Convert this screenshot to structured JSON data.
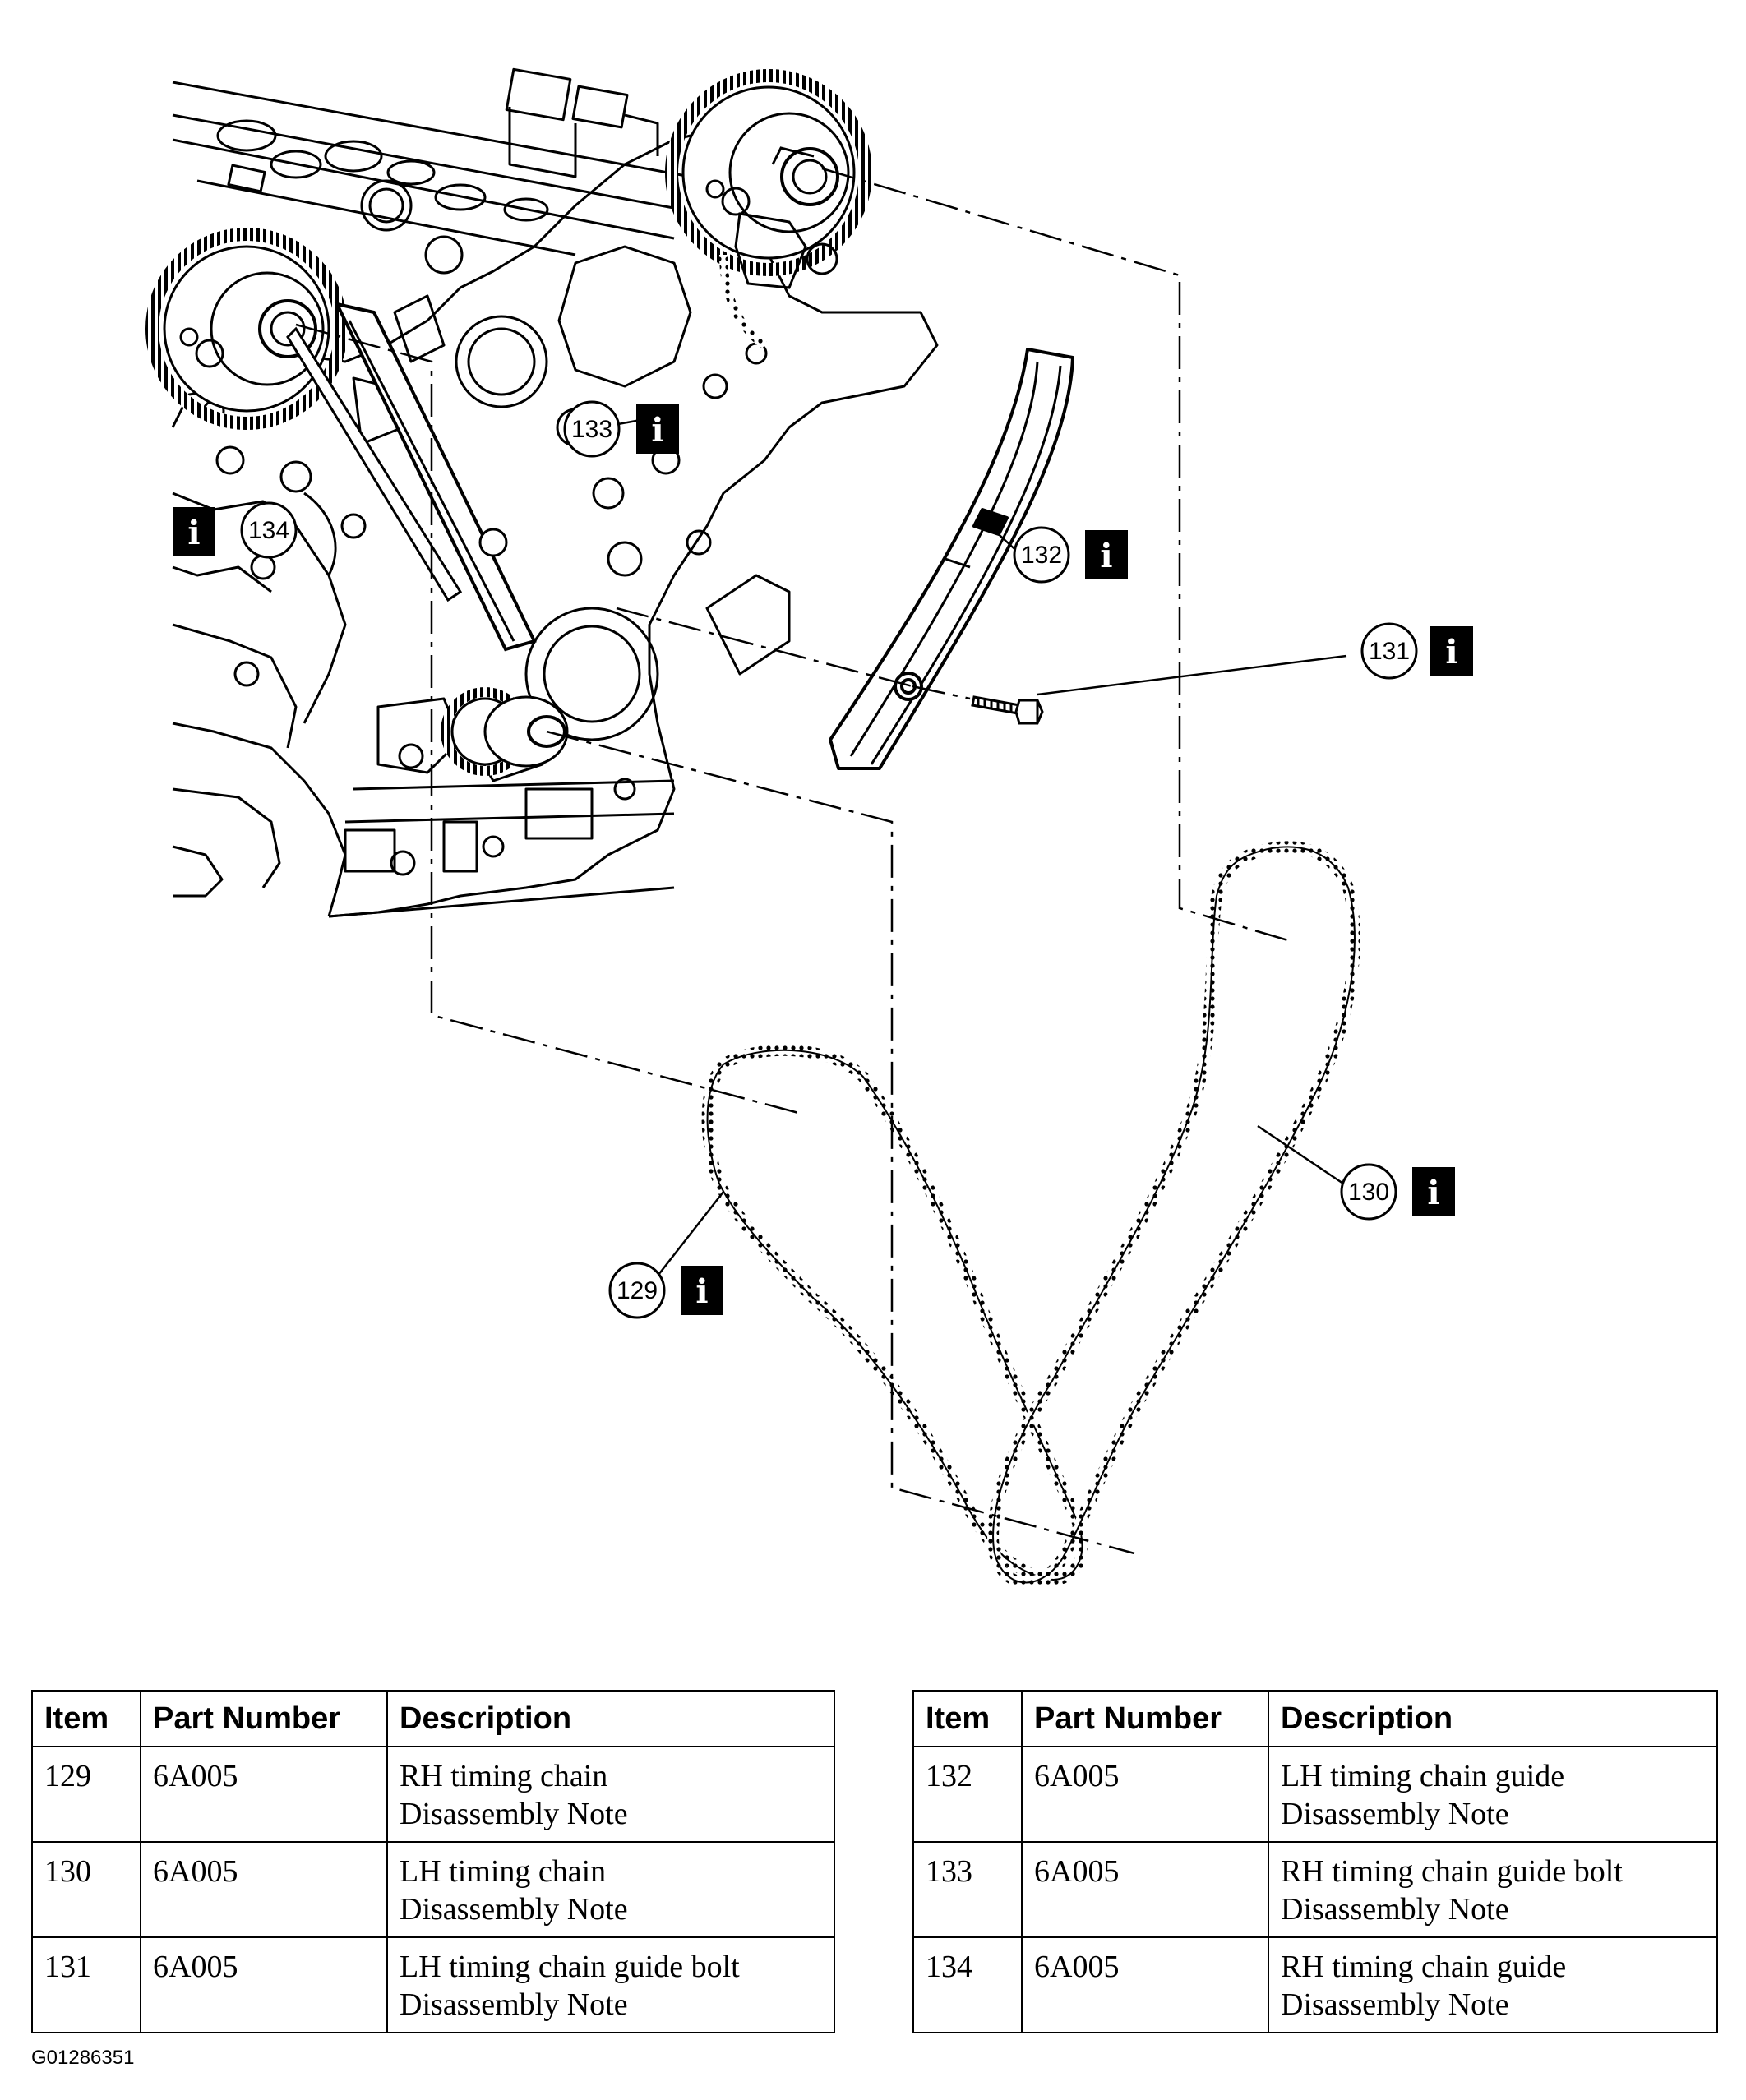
{
  "callouts": {
    "c129": {
      "number": "129",
      "info": "i"
    },
    "c130": {
      "number": "130",
      "info": "i"
    },
    "c131": {
      "number": "131",
      "info": "i"
    },
    "c132": {
      "number": "132",
      "info": "i"
    },
    "c133": {
      "number": "133",
      "info": "i"
    },
    "c134": {
      "number": "134",
      "info": "i"
    }
  },
  "tables": {
    "headers": {
      "item": "Item",
      "part_number": "Part Number",
      "description": "Description"
    },
    "left": [
      {
        "item": "129",
        "part_number": "6A005",
        "desc_line1": "RH timing chain",
        "desc_line2": "Disassembly Note"
      },
      {
        "item": "130",
        "part_number": "6A005",
        "desc_line1": "LH timing chain",
        "desc_line2": "Disassembly Note"
      },
      {
        "item": "131",
        "part_number": "6A005",
        "desc_line1": "LH timing chain guide bolt",
        "desc_line2": "Disassembly Note"
      }
    ],
    "right": [
      {
        "item": "132",
        "part_number": "6A005",
        "desc_line1": "LH timing chain guide",
        "desc_line2": "Disassembly Note"
      },
      {
        "item": "133",
        "part_number": "6A005",
        "desc_line1": "RH timing chain guide bolt",
        "desc_line2": "Disassembly Note"
      },
      {
        "item": "134",
        "part_number": "6A005",
        "desc_line1": "RH timing chain guide",
        "desc_line2": "Disassembly Note"
      }
    ]
  },
  "figure_id": "G01286351"
}
